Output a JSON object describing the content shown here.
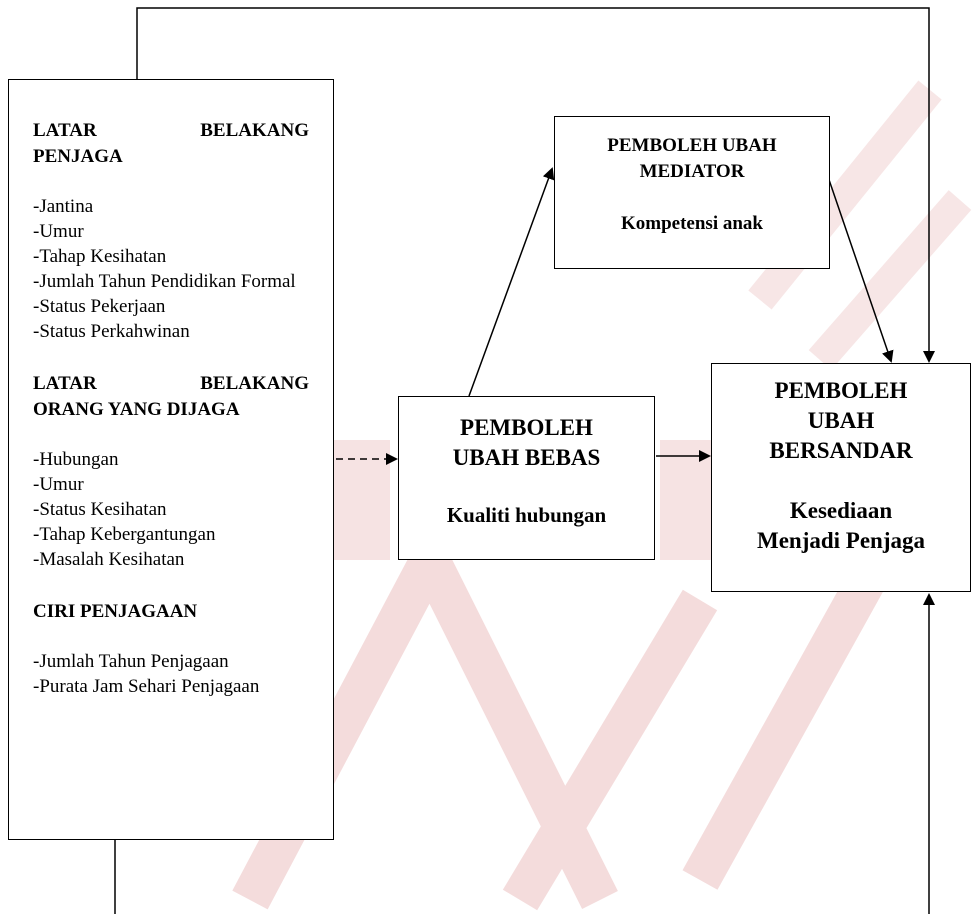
{
  "left_box": {
    "sections": [
      {
        "title_line1_left": "LATAR",
        "title_line1_right": "BELAKANG",
        "title_line2": "PENJAGA",
        "items": [
          "-Jantina",
          "-Umur",
          "-Tahap Kesihatan",
          "-Jumlah Tahun Pendidikan Formal",
          "-Status Pekerjaan",
          "-Status Perkahwinan"
        ]
      },
      {
        "title_line1_left": "LATAR",
        "title_line1_right": "BELAKANG",
        "title_line2": "ORANG YANG DIJAGA",
        "items": [
          "-Hubungan",
          "-Umur",
          "-Status Kesihatan",
          "-Tahap Kebergantungan",
          "-Masalah Kesihatan"
        ]
      },
      {
        "title": "CIRI PENJAGAAN",
        "items": [
          "-Jumlah Tahun Penjagaan",
          "-Purata Jam Sehari Penjagaan"
        ]
      }
    ]
  },
  "mediator_box": {
    "line1": "PEMBOLEH UBAH",
    "line2": "MEDIATOR",
    "sub": "Kompetensi anak"
  },
  "independent_box": {
    "line1": "PEMBOLEH",
    "line2": "UBAH BEBAS",
    "sub": "Kualiti hubungan"
  },
  "dependent_box": {
    "line1": "PEMBOLEH",
    "line2": "UBAH",
    "line3": "BERSANDAR",
    "sub_line1": "Kesediaan",
    "sub_line2": "Menjadi Penjaga"
  },
  "colors": {
    "line": "#000000",
    "watermark": "#f2d6d6"
  }
}
